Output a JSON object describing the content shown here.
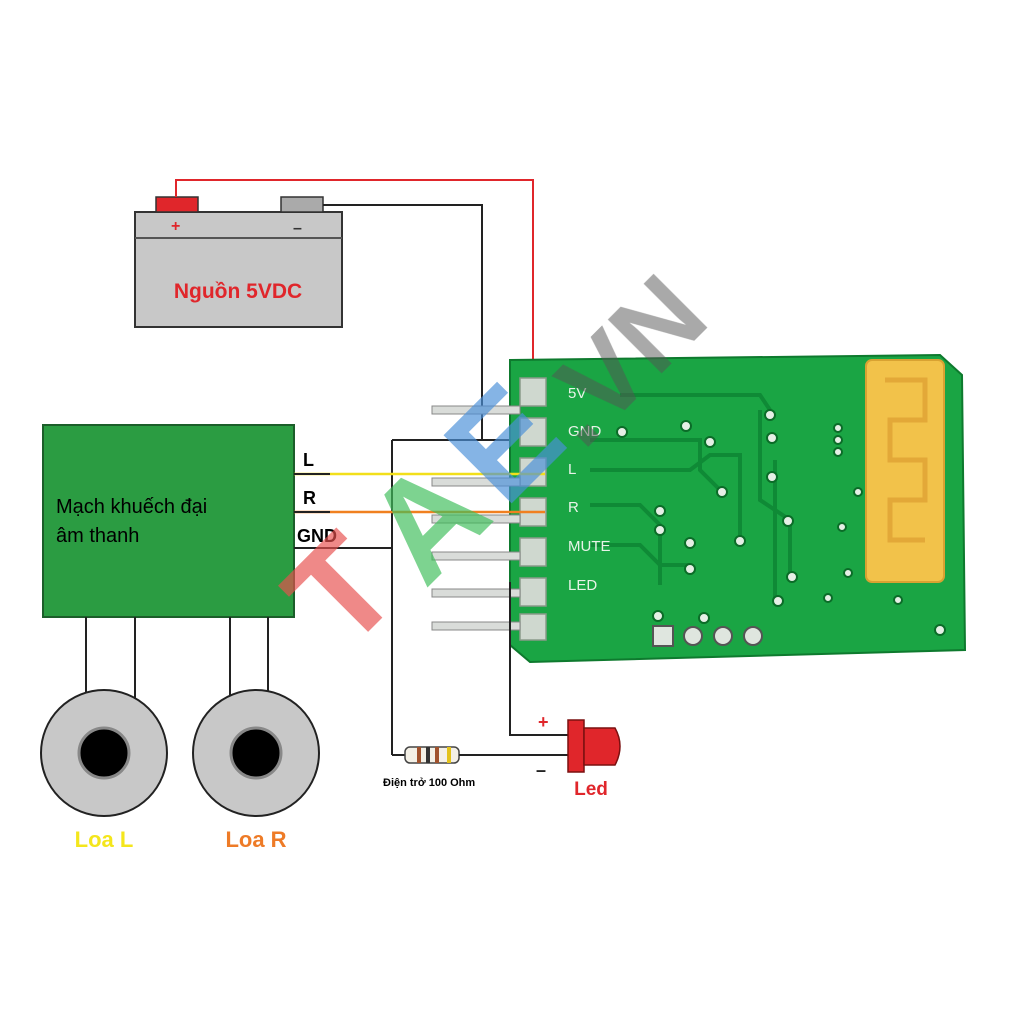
{
  "power_supply": {
    "label": "Nguồn 5VDC",
    "plus": "+",
    "minus": "–"
  },
  "amplifier": {
    "title_line1": "Mạch khuếch đại",
    "title_line2": "âm thanh",
    "pin_l": "L",
    "pin_r": "R",
    "pin_gnd": "GND"
  },
  "module": {
    "pins": [
      "5V",
      "GND",
      "L",
      "R",
      "MUTE",
      "LED"
    ]
  },
  "speakers": {
    "left": "Loa L",
    "right": "Loa R"
  },
  "resistor": {
    "label": "Điện trở 100 Ohm"
  },
  "led": {
    "label": "Led",
    "plus": "+",
    "minus": "–"
  },
  "watermark": {
    "text": "TAE.VN"
  },
  "colors": {
    "wire_red": "#e0262b",
    "wire_yellow": "#f2df1a",
    "wire_orange": "#f08020",
    "pcb_green": "#1aa544",
    "amp_green": "#2b9c42",
    "antenna_gold": "#f2c24a",
    "battery_gray": "#c8c8c8",
    "label_yellow": "#f4e61c",
    "label_orange": "#ee7b27",
    "label_red": "#e0262b"
  }
}
